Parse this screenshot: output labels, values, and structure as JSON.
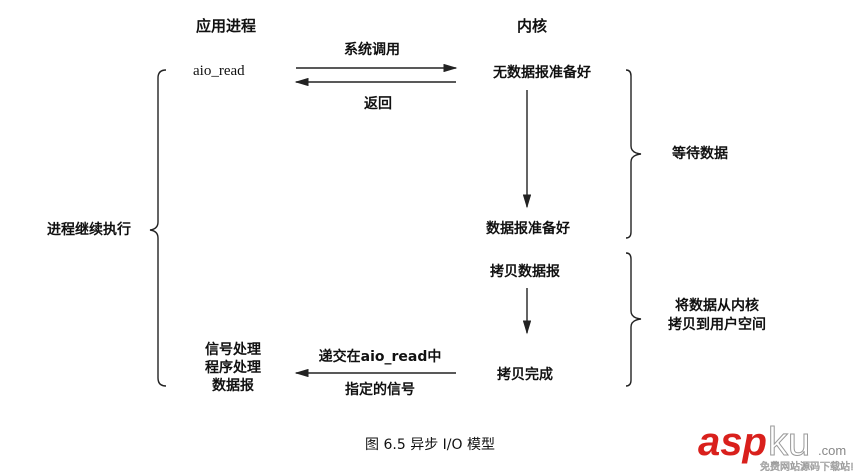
{
  "headers": {
    "app_process": "应用进程",
    "kernel": "内核"
  },
  "app": {
    "call": "aio_read",
    "continue": "进程继续执行",
    "signal_lines": [
      "信号处理",
      "程序处理",
      "数据报"
    ]
  },
  "messages": {
    "syscall": "系统调用",
    "return": "返回",
    "deliver_line1": "递交在aio_read中",
    "deliver_line2": "指定的信号"
  },
  "kernel": {
    "no_data": "无数据报准备好",
    "data_ready": "数据报准备好",
    "copy": "拷贝数据报",
    "copy_done": "拷贝完成"
  },
  "phases": {
    "wait": "等待数据",
    "copy_line1": "将数据从内核",
    "copy_line2": "拷贝到用户空间"
  },
  "caption": "图 6.5   异步 I/O 模型",
  "watermark": {
    "brand_a": "asp",
    "brand_b": "ku",
    ".com": ".com",
    "domain": ".com",
    "slogan": "免费网站源码下载站!"
  }
}
